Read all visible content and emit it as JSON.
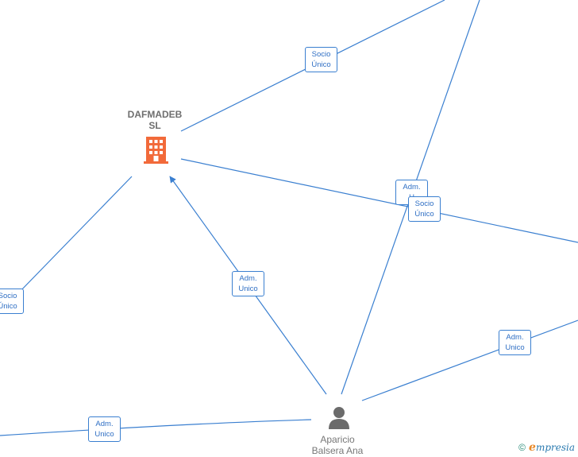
{
  "nodes": {
    "company": {
      "name_line1": "DAFMADEB",
      "name_line2": "SL",
      "icon": "building-icon",
      "color": "#f26a3a"
    },
    "person": {
      "name_line1": "Aparicio",
      "name_line2": "Balsera Ana",
      "icon": "person-icon",
      "color": "#6b6b6b"
    }
  },
  "edge_labels": {
    "socio_top": {
      "line1": "Socio",
      "line2": "Único"
    },
    "adm_center": {
      "line1": "Adm.",
      "line2": "Unico"
    },
    "socio_left": {
      "line1": "Socio",
      "line2": "Único"
    },
    "adm_right_hidden": {
      "line1": "Adm.",
      "line2": "U"
    },
    "socio_right": {
      "line1": "Socio",
      "line2": "Único"
    },
    "adm_lower_right": {
      "line1": "Adm.",
      "line2": "Unico"
    },
    "adm_bottom_left": {
      "line1": "Adm.",
      "line2": "Unico"
    }
  },
  "watermark": {
    "copyright": "©",
    "brand_initial": "e",
    "brand_rest": "mpresia"
  },
  "colors": {
    "edge": "#3a7fd0",
    "company": "#f26a3a",
    "person": "#6b6b6b"
  }
}
